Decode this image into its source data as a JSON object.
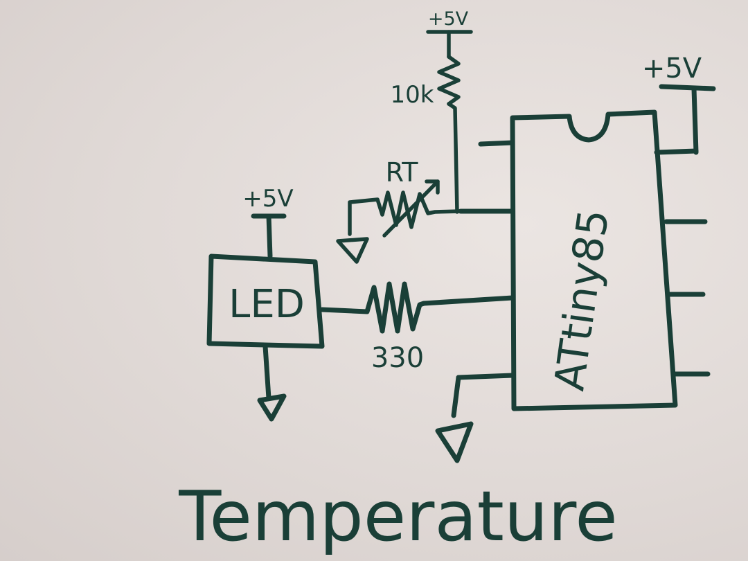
{
  "diagram": {
    "title": "Temperature",
    "components": {
      "ic": {
        "label": "ATtiny85"
      },
      "led": {
        "label": "LED"
      },
      "pullup_resistor": {
        "label": "10k"
      },
      "thermistor": {
        "label": "RT"
      },
      "led_resistor": {
        "label": "330"
      }
    },
    "supply": {
      "pullup": "+5V",
      "ic": "+5V",
      "led": "+5V"
    },
    "ink_color": "#1a3f37",
    "paper_color": "#e2dbd8"
  }
}
